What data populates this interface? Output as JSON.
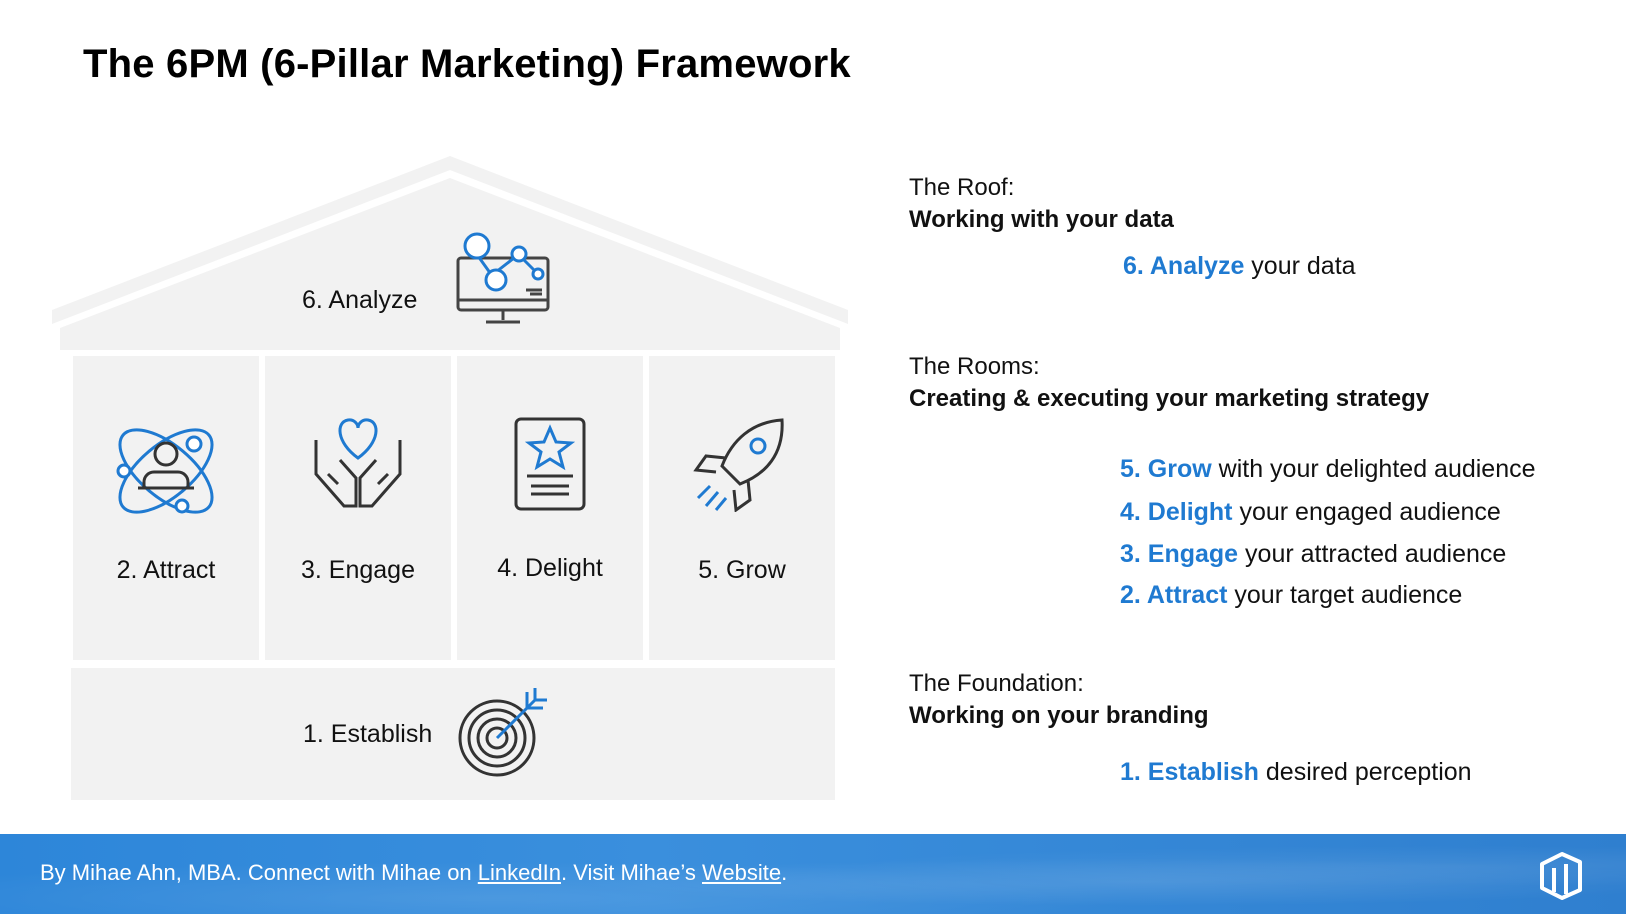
{
  "title": "The 6PM (6-Pillar Marketing) Framework",
  "house": {
    "roof_label": "6. Analyze",
    "rooms": [
      {
        "label": "2. Attract",
        "icon": "atom-person-icon"
      },
      {
        "label": "3. Engage",
        "icon": "hands-heart-icon"
      },
      {
        "label": "4. Delight",
        "icon": "star-document-icon"
      },
      {
        "label": "5. Grow",
        "icon": "rocket-icon"
      }
    ],
    "foundation_label": "1. Establish",
    "roof_icon": "monitor-analytics-icon",
    "foundation_icon": "target-arrow-icon"
  },
  "explanation": {
    "roof": {
      "heading": "The Roof:",
      "subheading": "Working with your data",
      "lines": [
        {
          "highlight": "6. Analyze",
          "rest": " your data"
        }
      ]
    },
    "rooms": {
      "heading": "The Rooms:",
      "subheading": "Creating & executing your marketing strategy",
      "lines": [
        {
          "highlight": "5. Grow",
          "rest": " with your delighted audience"
        },
        {
          "highlight": "4. Delight",
          "rest": " your engaged audience"
        },
        {
          "highlight": "3. Engage",
          "rest": " your attracted audience"
        },
        {
          "highlight": "2. Attract",
          "rest": " your target audience"
        }
      ]
    },
    "foundation": {
      "heading": "The Foundation:",
      "subheading": "Working on your branding",
      "lines": [
        {
          "highlight": "1. Establish",
          "rest": " desired perception"
        }
      ]
    }
  },
  "footer": {
    "prefix": "By Mihae Ahn, MBA. Connect with Mihae on ",
    "link1": "LinkedIn",
    "middle": ". Visit Mihae’s ",
    "link2": "Website",
    "suffix": ".",
    "logo_icon": "brand-logo-icon"
  },
  "colors": {
    "accent": "#1f7ad1",
    "panel": "#f2f2f2",
    "footer": "#2d86d9"
  }
}
